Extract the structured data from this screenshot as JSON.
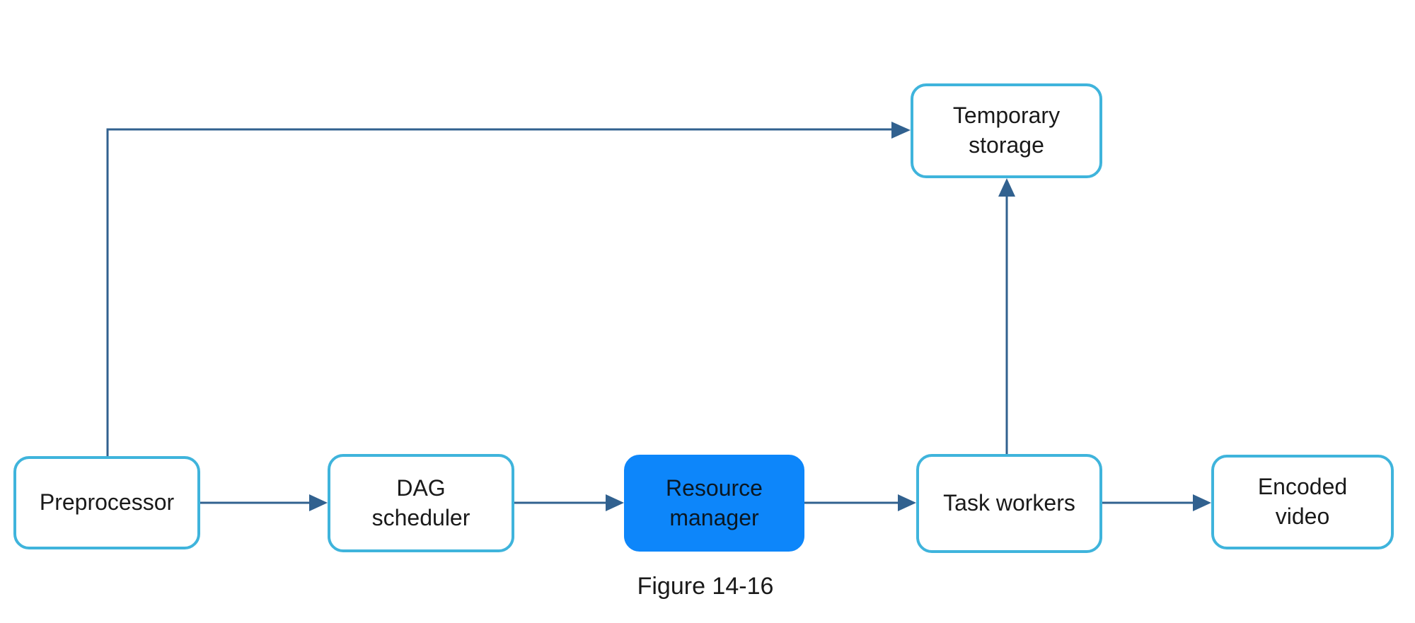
{
  "figure": {
    "caption": "Figure 14-16"
  },
  "colors": {
    "box_border": "#3fb4dc",
    "box_fill": "#ffffff",
    "highlight_fill": "#0d86fa",
    "connector": "#31618f",
    "text_dark": "#1a1a1a",
    "background": "#ffffff"
  },
  "nodes": {
    "temporary_storage": {
      "label": "Temporary\nstorage"
    },
    "preprocessor": {
      "label": "Preprocessor"
    },
    "dag_scheduler": {
      "label": "DAG\nscheduler"
    },
    "resource_manager": {
      "label": "Resource\nmanager"
    },
    "task_workers": {
      "label": "Task workers"
    },
    "encoded_video": {
      "label": "Encoded\nvideo"
    }
  },
  "edges": [
    {
      "from": "Preprocessor",
      "to": "Temporary storage"
    },
    {
      "from": "Preprocessor",
      "to": "DAG scheduler"
    },
    {
      "from": "DAG scheduler",
      "to": "Resource manager"
    },
    {
      "from": "Resource manager",
      "to": "Task workers"
    },
    {
      "from": "Task workers",
      "to": "Temporary storage"
    },
    {
      "from": "Task workers",
      "to": "Encoded video"
    }
  ]
}
